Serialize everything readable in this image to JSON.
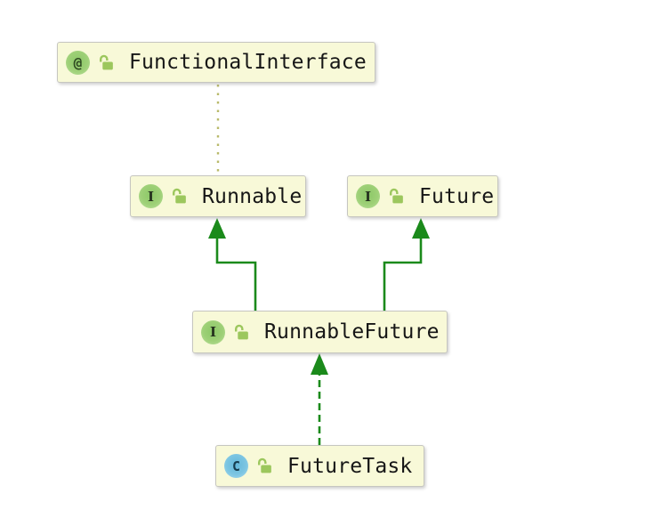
{
  "diagram": {
    "kind": "uml-class-diagram",
    "background": "#ffffff",
    "colors": {
      "node_fill": "#f8f9d8",
      "node_border": "#c6c6c0",
      "node_text": "#161616",
      "inheritance_edge_green": "#1b8a1b",
      "annotation_edge_olive": "#b9ba6b",
      "interface_icon_bg": "#9ed077",
      "annotation_icon_bg": "#9ed077",
      "class_icon_bg": "#7cc5e2",
      "lock_icon_green": "#9cc75d"
    },
    "nodes": [
      {
        "id": "FunctionalInterface",
        "label": "FunctionalInterface",
        "kind": "annotation",
        "icon": "annotation-icon",
        "icon_glyph": "@",
        "lock": "unlocked"
      },
      {
        "id": "Runnable",
        "label": "Runnable",
        "kind": "interface",
        "icon": "interface-icon",
        "icon_glyph": "I",
        "lock": "unlocked"
      },
      {
        "id": "Future",
        "label": "Future",
        "kind": "interface",
        "icon": "interface-icon",
        "icon_glyph": "I",
        "lock": "unlocked"
      },
      {
        "id": "RunnableFuture",
        "label": "RunnableFuture",
        "kind": "interface",
        "icon": "interface-icon",
        "icon_glyph": "I",
        "lock": "unlocked"
      },
      {
        "id": "FutureTask",
        "label": "FutureTask",
        "kind": "class",
        "icon": "class-icon",
        "icon_glyph": "C",
        "lock": "unlocked"
      }
    ],
    "edges": [
      {
        "from": "Runnable",
        "to": "FunctionalInterface",
        "type": "annotated-with",
        "style": "dotted",
        "arrowhead": "none"
      },
      {
        "from": "RunnableFuture",
        "to": "Runnable",
        "type": "extends",
        "style": "solid",
        "arrowhead": "filled-triangle"
      },
      {
        "from": "RunnableFuture",
        "to": "Future",
        "type": "extends",
        "style": "solid",
        "arrowhead": "filled-triangle"
      },
      {
        "from": "FutureTask",
        "to": "RunnableFuture",
        "type": "implements",
        "style": "dashed",
        "arrowhead": "filled-triangle"
      }
    ]
  }
}
